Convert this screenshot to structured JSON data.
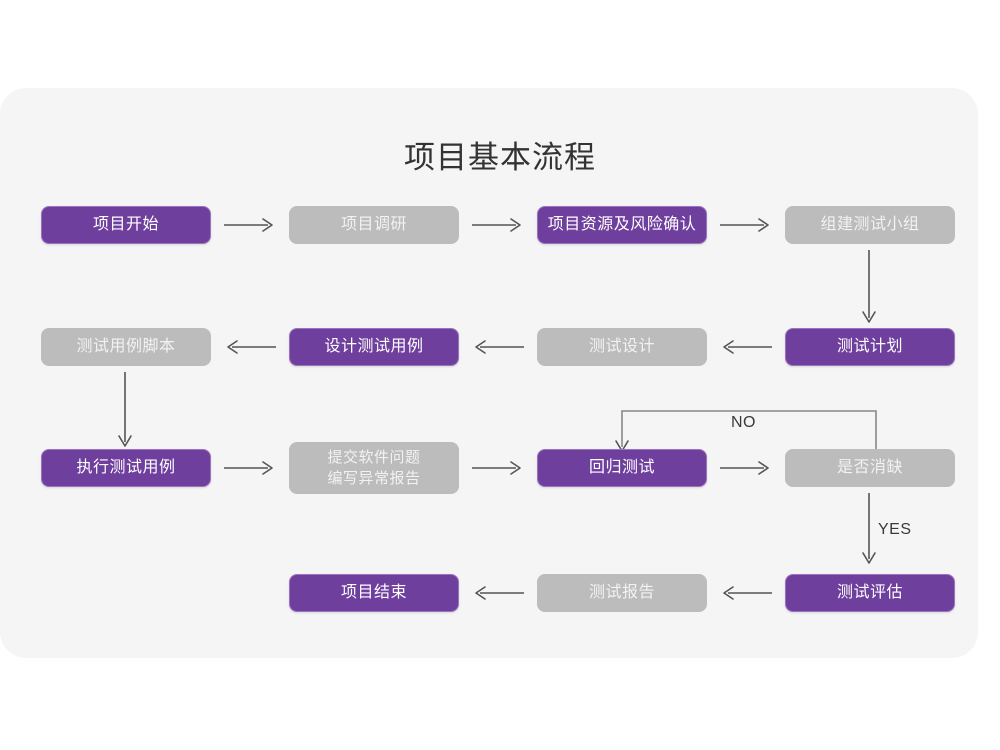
{
  "page": {
    "title": "项目基本流程",
    "canvas_bg": "#f5f5f5",
    "page_bg": "#ffffff",
    "purple": "#6f3f9e",
    "gray": "#bcbcbc",
    "arrow_color": "#555555"
  },
  "nodes": [
    {
      "id": "n1",
      "label": "项目开始",
      "style": "purple",
      "row": 1,
      "col": 1
    },
    {
      "id": "n2",
      "label": "项目调研",
      "style": "gray",
      "row": 1,
      "col": 2
    },
    {
      "id": "n3",
      "label": "项目资源及风险确认",
      "style": "purple",
      "row": 1,
      "col": 3
    },
    {
      "id": "n4",
      "label": "组建测试小组",
      "style": "gray",
      "row": 1,
      "col": 4
    },
    {
      "id": "n5",
      "label": "测试用例脚本",
      "style": "gray",
      "row": 2,
      "col": 1
    },
    {
      "id": "n6",
      "label": "设计测试用例",
      "style": "purple",
      "row": 2,
      "col": 2
    },
    {
      "id": "n7",
      "label": "测试设计",
      "style": "gray",
      "row": 2,
      "col": 3
    },
    {
      "id": "n8",
      "label": "测试计划",
      "style": "purple",
      "row": 2,
      "col": 4
    },
    {
      "id": "n9",
      "label": "执行测试用例",
      "style": "purple",
      "row": 3,
      "col": 1
    },
    {
      "id": "n10",
      "label": "提交软件问题\n编写异常报告",
      "style": "gray",
      "row": 3,
      "col": 2
    },
    {
      "id": "n11",
      "label": "回归测试",
      "style": "purple",
      "row": 3,
      "col": 3
    },
    {
      "id": "n12",
      "label": "是否消缺",
      "style": "gray",
      "row": 3,
      "col": 4
    },
    {
      "id": "n13",
      "label": "项目结束",
      "style": "purple",
      "row": 4,
      "col": 2
    },
    {
      "id": "n14",
      "label": "测试报告",
      "style": "gray",
      "row": 4,
      "col": 3
    },
    {
      "id": "n15",
      "label": "测试评估",
      "style": "purple",
      "row": 4,
      "col": 4
    }
  ],
  "edges": [
    {
      "id": "e1",
      "from": "n1",
      "to": "n2",
      "dir": "right",
      "label": ""
    },
    {
      "id": "e2",
      "from": "n2",
      "to": "n3",
      "dir": "right",
      "label": ""
    },
    {
      "id": "e3",
      "from": "n3",
      "to": "n4",
      "dir": "right",
      "label": ""
    },
    {
      "id": "e4",
      "from": "n4",
      "to": "n8",
      "dir": "down",
      "label": ""
    },
    {
      "id": "e5",
      "from": "n8",
      "to": "n7",
      "dir": "left",
      "label": ""
    },
    {
      "id": "e6",
      "from": "n7",
      "to": "n6",
      "dir": "left",
      "label": ""
    },
    {
      "id": "e7",
      "from": "n6",
      "to": "n5",
      "dir": "left",
      "label": ""
    },
    {
      "id": "e8",
      "from": "n5",
      "to": "n9",
      "dir": "down",
      "label": ""
    },
    {
      "id": "e9",
      "from": "n9",
      "to": "n10",
      "dir": "right",
      "label": ""
    },
    {
      "id": "e10",
      "from": "n10",
      "to": "n11",
      "dir": "right",
      "label": ""
    },
    {
      "id": "e11",
      "from": "n11",
      "to": "n12",
      "dir": "right",
      "label": ""
    },
    {
      "id": "e12",
      "from": "n12",
      "to": "n11",
      "dir": "loop-up-left",
      "label": "NO"
    },
    {
      "id": "e13",
      "from": "n12",
      "to": "n15",
      "dir": "down",
      "label": "YES"
    },
    {
      "id": "e14",
      "from": "n15",
      "to": "n14",
      "dir": "left",
      "label": ""
    },
    {
      "id": "e15",
      "from": "n14",
      "to": "n13",
      "dir": "left",
      "label": ""
    }
  ],
  "edge_labels": {
    "no": "NO",
    "yes": "YES"
  }
}
